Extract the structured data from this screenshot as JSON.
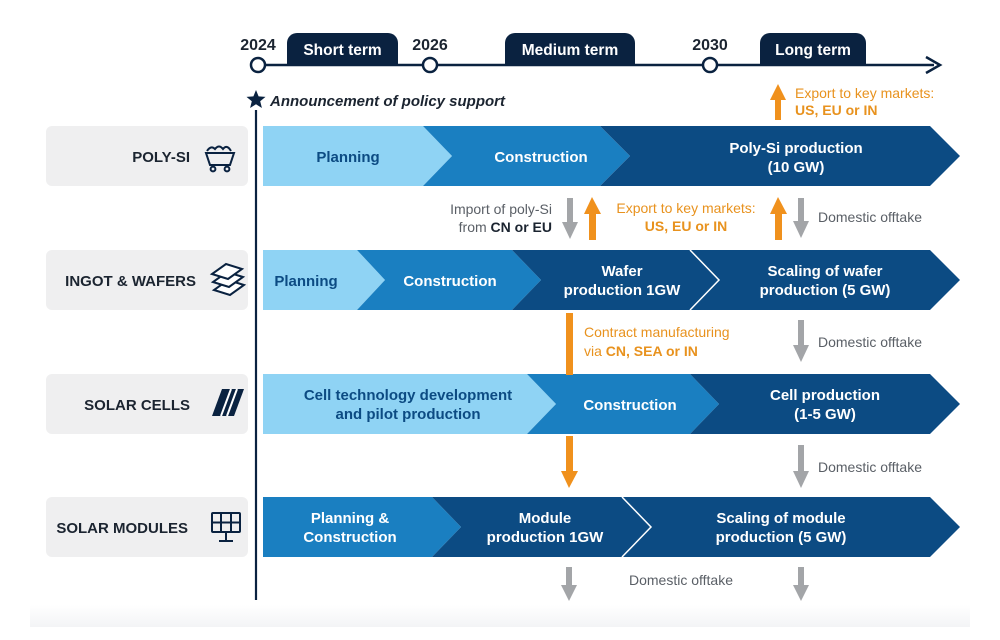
{
  "timeline": {
    "years": [
      "2024",
      "2026",
      "2030"
    ],
    "periods": [
      "Short term",
      "Medium term",
      "Long term"
    ],
    "announcement": "Announcement of policy support"
  },
  "colors": {
    "navy": "#0a2240",
    "stage_light": "#8fd3f4",
    "stage_mid": "#1a7fc1",
    "stage_dark": "#0c4b83",
    "row_bg": "#efeff0",
    "orange": "#f0911d",
    "grey_arrow": "#a3a5a8"
  },
  "rows": [
    {
      "label": "POLY-SI",
      "icon": "mine-cart-icon",
      "stages": [
        {
          "line1": "Planning",
          "line2": ""
        },
        {
          "line1": "Construction",
          "line2": ""
        },
        {
          "line1": "Poly-Si production",
          "line2": "(10 GW)"
        }
      ]
    },
    {
      "label": "INGOT & WAFERS",
      "icon": "wafer-stack-icon",
      "stages": [
        {
          "line1": "Planning",
          "line2": ""
        },
        {
          "line1": "Construction",
          "line2": ""
        },
        {
          "line1": "Wafer",
          "line2": "production 1GW"
        },
        {
          "line1": "Scaling of wafer",
          "line2": "production (5 GW)"
        }
      ]
    },
    {
      "label": "SOLAR CELLS",
      "icon": "solar-cell-icon",
      "stages": [
        {
          "line1": "Cell technology development",
          "line2": "and pilot production"
        },
        {
          "line1": "Construction",
          "line2": ""
        },
        {
          "line1": "Cell production",
          "line2": "(1-5 GW)"
        }
      ]
    },
    {
      "label": "SOLAR MODULES",
      "icon": "solar-panel-icon",
      "stages": [
        {
          "line1": "Planning &",
          "line2": "Construction"
        },
        {
          "line1": "Module",
          "line2": "production 1GW"
        },
        {
          "line1": "Scaling of module",
          "line2": "production (5 GW)"
        }
      ]
    }
  ],
  "notes": {
    "export_top": {
      "line1": "Export to key markets:",
      "line2": "US, EU or IN"
    },
    "import_polysi": {
      "line1": "Import of poly-Si",
      "line2_pre": "from ",
      "line2_bold": "CN or EU"
    },
    "export_mid": {
      "line1": "Export to key markets:",
      "line2": "US, EU or IN"
    },
    "contract": {
      "line1": "Contract manufacturing",
      "line2_pre": "via ",
      "line2_bold": "CN, SEA or IN"
    },
    "domestic_offtake": "Domestic offtake"
  }
}
